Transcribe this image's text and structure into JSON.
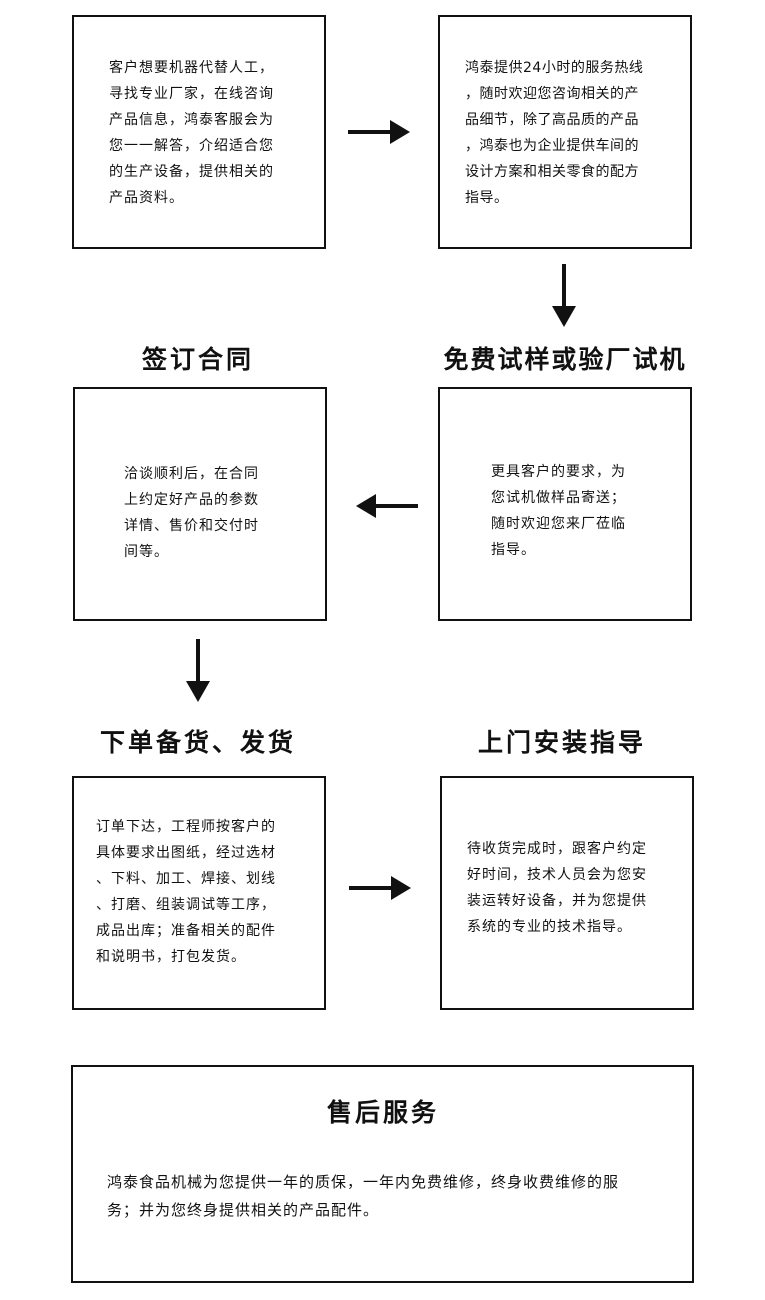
{
  "steps": [
    {
      "title": "",
      "lines": [
        "客户想要机器代替人工，",
        "寻找专业厂家，在线咨询",
        "产品信息，鸿泰客服会为",
        "您一一解答，介绍适合您",
        "的生产设备，提供相关的",
        "产品资料。"
      ]
    },
    {
      "title": "",
      "lines": [
        "鸿泰提供24小时的服务热线",
        "，随时欢迎您咨询相关的产",
        "品细节，除了高品质的产品",
        "，鸿泰也为企业提供车间的",
        "设计方案和相关零食的配方",
        "指导。"
      ]
    },
    {
      "title": "免费试样或验厂试机",
      "lines": [
        "更具客户的要求，为",
        "您试机做样品寄送；",
        "随时欢迎您来厂莅临",
        "指导。"
      ]
    },
    {
      "title": "签订合同",
      "lines": [
        "洽谈顺利后，在合同",
        "上约定好产品的参数",
        "详情、售价和交付时",
        "间等。"
      ]
    },
    {
      "title": "下单备货、发货",
      "lines": [
        "订单下达，工程师按客户的",
        "具体要求出图纸，经过选材",
        "、下料、加工、焊接、划线",
        "、打磨、组装调试等工序，",
        "成品出库；准备相关的配件",
        "和说明书，打包发货。"
      ]
    },
    {
      "title": "上门安装指导",
      "lines": [
        "待收货完成时，跟客户约定",
        "好时间，技术人员会为您安",
        "装运转好设备，并为您提供",
        "系统的专业的技术指导。"
      ]
    }
  ],
  "after_sales": {
    "title": "售后服务",
    "lines": [
      "鸿泰食品机械为您提供一年的质保，一年内免费维修，终身收费维修的服",
      "务；并为您终身提供相关的产品配件。"
    ]
  },
  "arrows": [
    "right",
    "down",
    "left",
    "down",
    "right"
  ]
}
